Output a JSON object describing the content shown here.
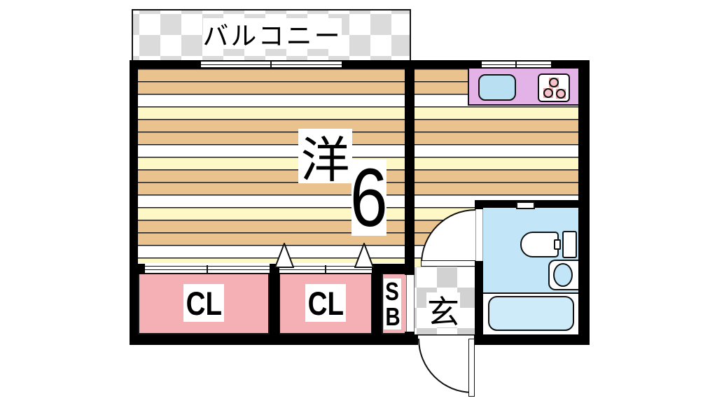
{
  "floorplan": {
    "balcony": {
      "label": "バルコニー"
    },
    "western_room": {
      "label": "洋",
      "size": "6"
    },
    "closet1": {
      "label": "CL"
    },
    "closet2": {
      "label": "CL"
    },
    "shoebox": {
      "label_top": "S",
      "label_bottom": "B"
    },
    "entrance": {
      "label": "玄"
    },
    "colors": {
      "wall": "#000000",
      "wood_tan": "#EAC28E",
      "wood_cream": "#FDF8C6",
      "closet_pink": "#F5B0B6",
      "kitchen_counter_purple": "#E3B3E8",
      "water_blue": "#C2E6F7",
      "sink_blue": "#B8E0F2",
      "tub_blue": "#CDEBF9",
      "burner_pink": "#F3A6A6",
      "balcony_checker_gray": "#DBDBDB",
      "genkan_checker_gray": "#D2D2D2"
    }
  }
}
